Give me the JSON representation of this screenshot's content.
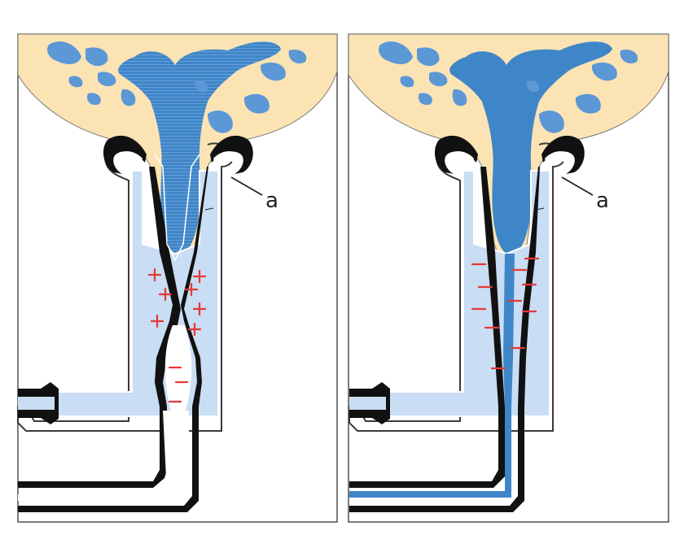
{
  "colors": {
    "udder": "#fbe3b4",
    "milk": "#3f86c8",
    "milk_light": "#6aa3dc",
    "liner_chamber": "#c9ddf4",
    "liner_wall": "#111111",
    "outline": "#5a5a5a",
    "charge": "#e53935"
  },
  "panels": [
    {
      "id": "left",
      "phase": "massage",
      "callout_label": "a",
      "charge_symbol_top": "+",
      "charge_symbol_bottom": "−"
    },
    {
      "id": "right",
      "phase": "milking",
      "callout_label": "a",
      "charge_symbol": "−"
    }
  ]
}
